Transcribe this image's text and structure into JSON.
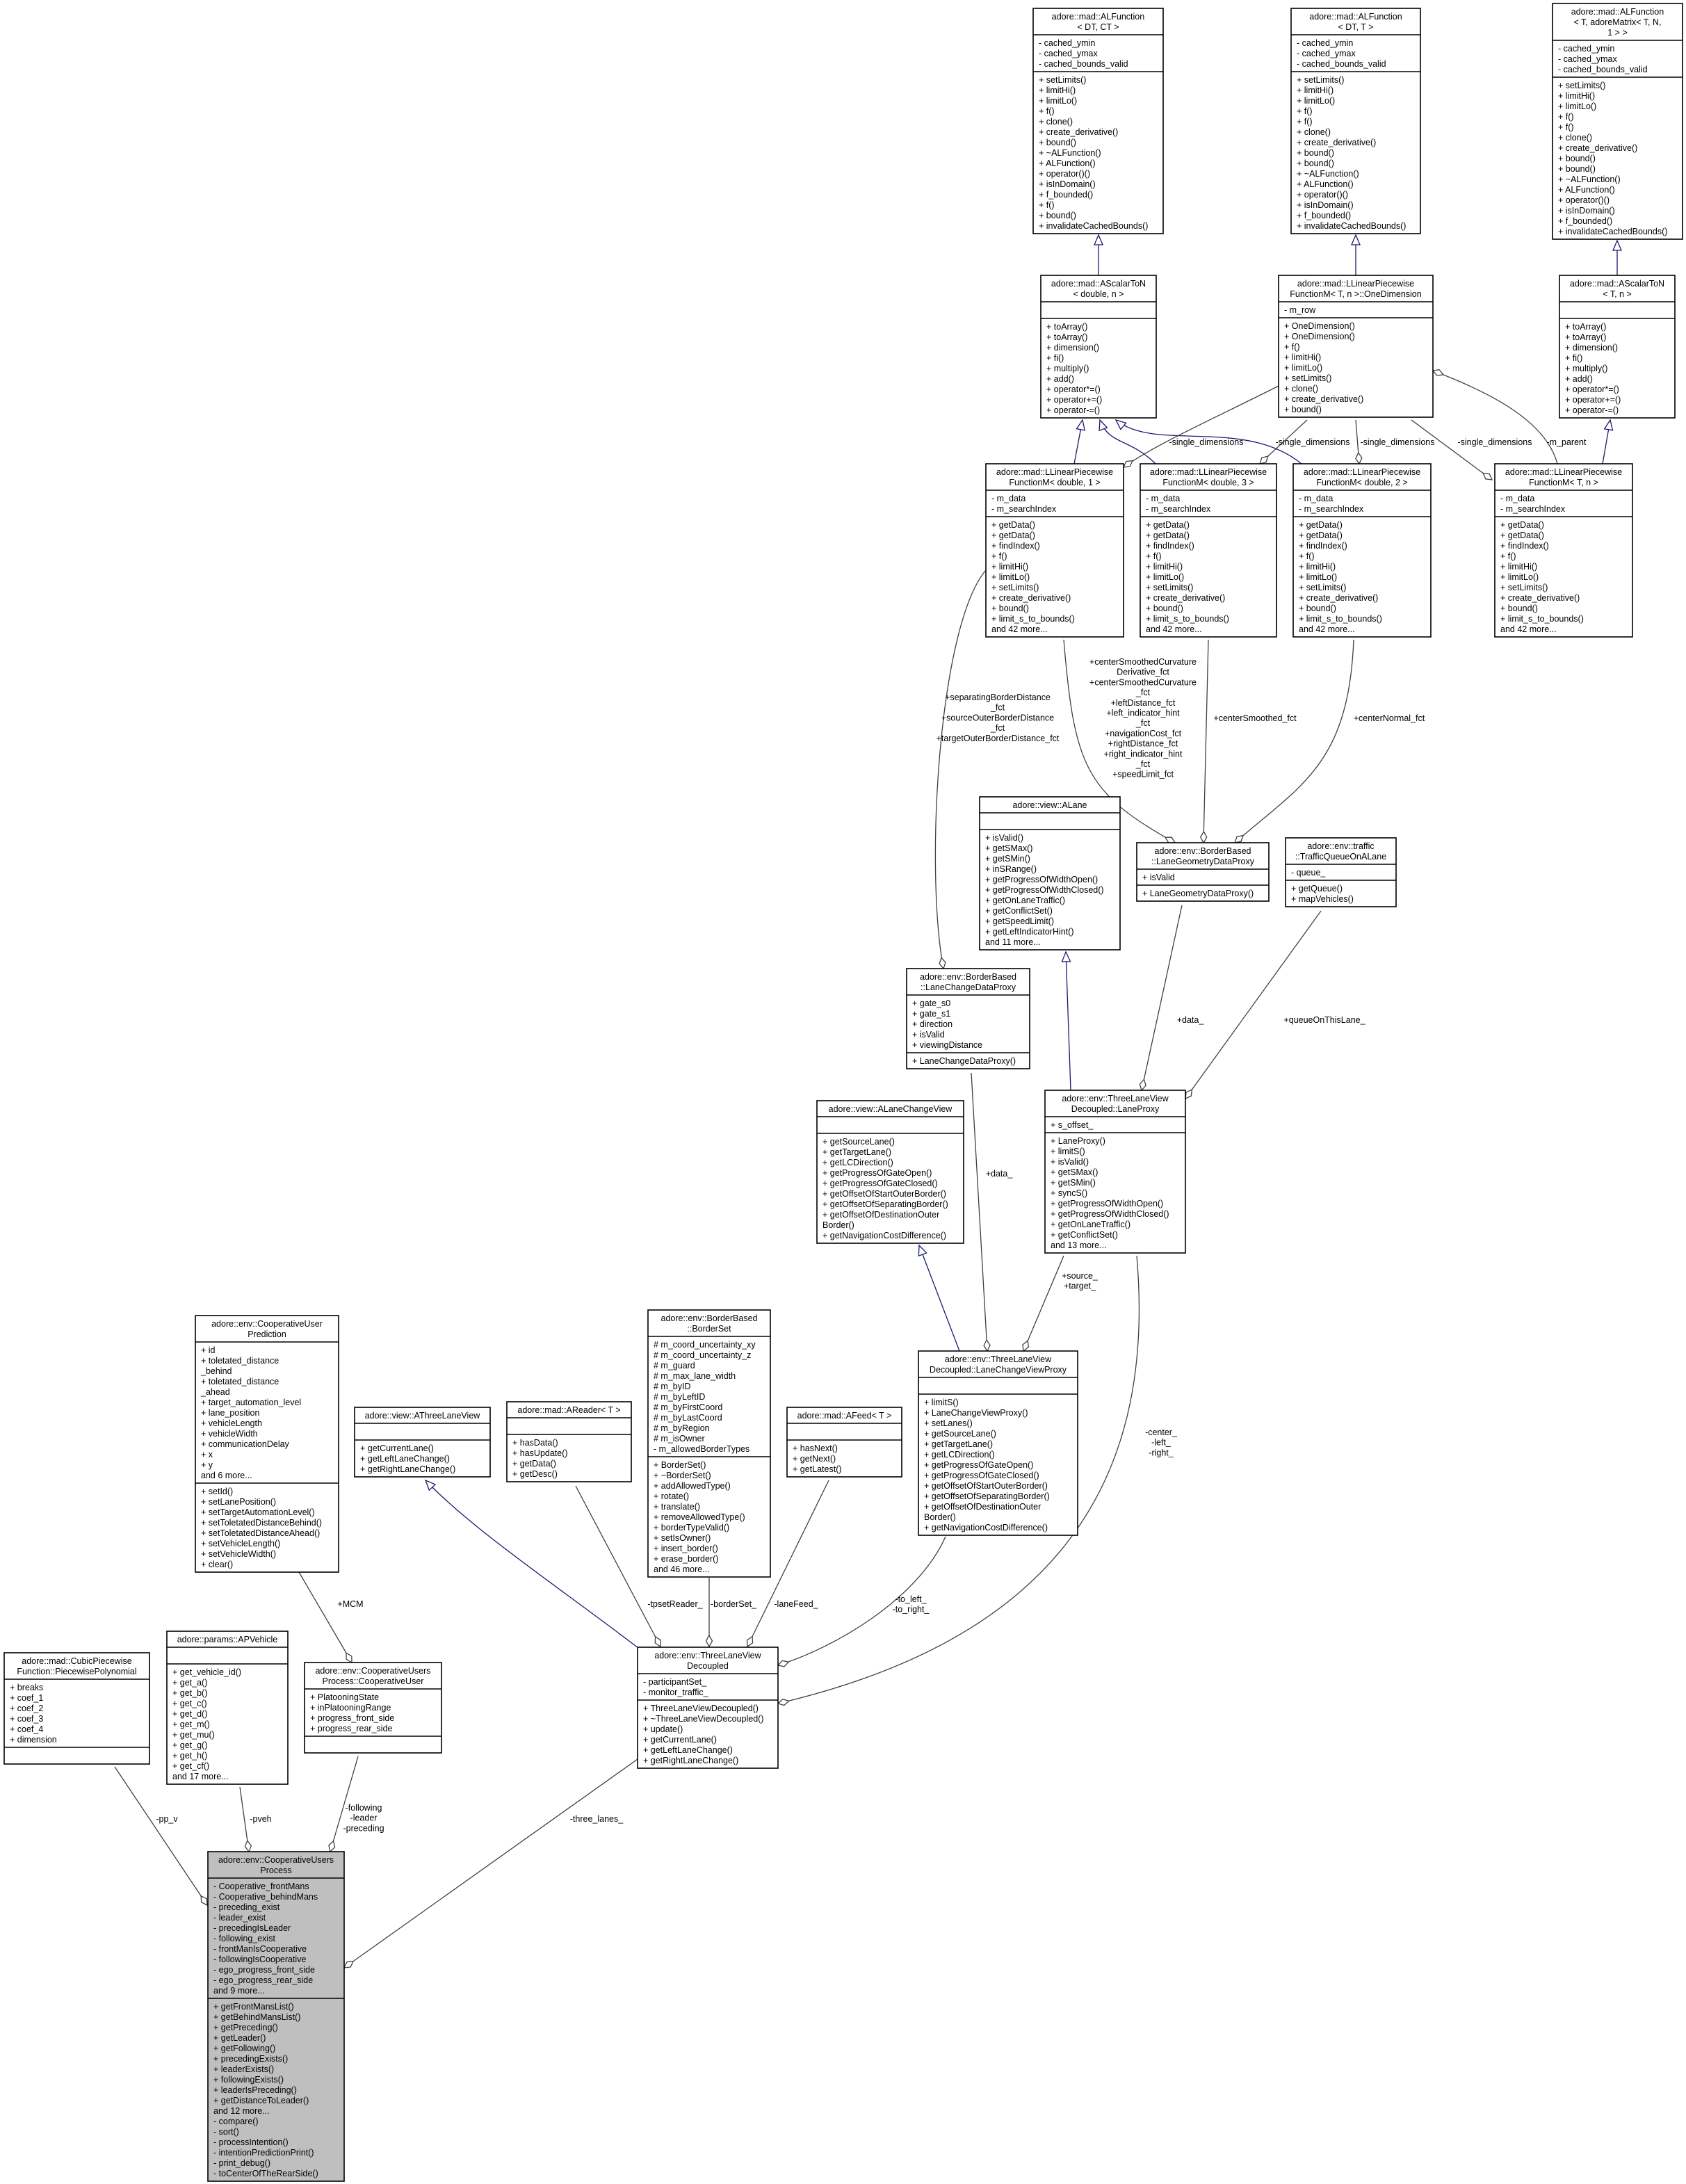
{
  "colors": {
    "inheritance_edge": "#191970",
    "composition_edge": "#404040",
    "focus_node_fill": "#bfbfbf",
    "node_fill": "#ffffff"
  },
  "nodes": [
    {
      "id": "alf_dt_ct",
      "title": [
        "adore::mad::ALFunction",
        "< DT, CT >"
      ],
      "attributes": [
        "- cached_ymin",
        "- cached_ymax",
        "- cached_bounds_valid"
      ],
      "methods": [
        "+ setLimits()",
        "+ limitHi()",
        "+ limitLo()",
        "+ f()",
        "+ clone()",
        "+ create_derivative()",
        "+ bound()",
        "+ ~ALFunction()",
        "+ ALFunction()",
        "+ operator()()",
        "+ isInDomain()",
        "+ f_bounded()",
        "+ f()",
        "+ bound()",
        "+ invalidateCachedBounds()"
      ]
    },
    {
      "id": "alf_dt_t",
      "title": [
        "adore::mad::ALFunction",
        "< DT, T >"
      ],
      "attributes": [
        "- cached_ymin",
        "- cached_ymax",
        "- cached_bounds_valid"
      ],
      "methods": [
        "+ setLimits()",
        "+ limitHi()",
        "+ limitLo()",
        "+ f()",
        "+ f()",
        "+ clone()",
        "+ create_derivative()",
        "+ bound()",
        "+ bound()",
        "+ ~ALFunction()",
        "+ ALFunction()",
        "+ operator()()",
        "+ isInDomain()",
        "+ f_bounded()",
        "+ invalidateCachedBounds()"
      ]
    },
    {
      "id": "alf_t_matrix",
      "title": [
        "adore::mad::ALFunction",
        "< T, adoreMatrix< T, N,",
        "1 > >"
      ],
      "attributes": [
        "- cached_ymin",
        "- cached_ymax",
        "- cached_bounds_valid"
      ],
      "methods": [
        "+ setLimits()",
        "+ limitHi()",
        "+ limitLo()",
        "+ f()",
        "+ f()",
        "+ clone()",
        "+ create_derivative()",
        "+ bound()",
        "+ bound()",
        "+ ~ALFunction()",
        "+ ALFunction()",
        "+ operator()()",
        "+ isInDomain()",
        "+ f_bounded()",
        "+ invalidateCachedBounds()"
      ]
    },
    {
      "id": "ascalar_double",
      "title": [
        "adore::mad::AScalarToN",
        "< double, n >"
      ],
      "attributes": [],
      "methods": [
        "+ toArray()",
        "+ toArray()",
        "+ dimension()",
        "+ fi()",
        "+ multiply()",
        "+ add()",
        "+ operator*=()",
        "+ operator+=()",
        "+ operator-=()"
      ]
    },
    {
      "id": "one_dim",
      "title": [
        "adore::mad::LLinearPiecewise",
        "FunctionM< T, n >::OneDimension"
      ],
      "attributes": [
        "- m_row"
      ],
      "methods": [
        "+ OneDimension()",
        "+ OneDimension()",
        "+ f()",
        "+ limitHi()",
        "+ limitLo()",
        "+ setLimits()",
        "+ clone()",
        "+ create_derivative()",
        "+ bound()"
      ]
    },
    {
      "id": "ascalar_t",
      "title": [
        "adore::mad::AScalarToN",
        "< T, n >"
      ],
      "attributes": [],
      "methods": [
        "+ toArray()",
        "+ toArray()",
        "+ dimension()",
        "+ fi()",
        "+ multiply()",
        "+ add()",
        "+ operator*=()",
        "+ operator+=()",
        "+ operator-=()"
      ]
    },
    {
      "id": "ll_d1",
      "title": [
        "adore::mad::LLinearPiecewise",
        "FunctionM< double, 1 >"
      ],
      "attributes": [
        "- m_data",
        "- m_searchIndex"
      ],
      "methods": [
        "+ getData()",
        "+ getData()",
        "+ findIndex()",
        "+ f()",
        "+ limitHi()",
        "+ limitLo()",
        "+ setLimits()",
        "+ create_derivative()",
        "+ bound()",
        "+ limit_s_to_bounds()",
        "and 42 more..."
      ]
    },
    {
      "id": "ll_d3",
      "title": [
        "adore::mad::LLinearPiecewise",
        "FunctionM< double, 3 >"
      ],
      "attributes": [
        "- m_data",
        "- m_searchIndex"
      ],
      "methods": [
        "+ getData()",
        "+ getData()",
        "+ findIndex()",
        "+ f()",
        "+ limitHi()",
        "+ limitLo()",
        "+ setLimits()",
        "+ create_derivative()",
        "+ bound()",
        "+ limit_s_to_bounds()",
        "and 42 more..."
      ]
    },
    {
      "id": "ll_d2",
      "title": [
        "adore::mad::LLinearPiecewise",
        "FunctionM< double, 2 >"
      ],
      "attributes": [
        "- m_data",
        "- m_searchIndex"
      ],
      "methods": [
        "+ getData()",
        "+ getData()",
        "+ findIndex()",
        "+ f()",
        "+ limitHi()",
        "+ limitLo()",
        "+ setLimits()",
        "+ create_derivative()",
        "+ bound()",
        "+ limit_s_to_bounds()",
        "and 42 more..."
      ]
    },
    {
      "id": "ll_tn",
      "title": [
        "adore::mad::LLinearPiecewise",
        "FunctionM< T, n >"
      ],
      "attributes": [
        "- m_data",
        "- m_searchIndex"
      ],
      "methods": [
        "+ getData()",
        "+ getData()",
        "+ findIndex()",
        "+ f()",
        "+ limitHi()",
        "+ limitLo()",
        "+ setLimits()",
        "+ create_derivative()",
        "+ bound()",
        "+ limit_s_to_bounds()",
        "and 42 more..."
      ]
    },
    {
      "id": "alane",
      "title": [
        "adore::view::ALane"
      ],
      "attributes": [],
      "methods": [
        "+ isValid()",
        "+ getSMax()",
        "+ getSMin()",
        "+ inSRange()",
        "+ getProgressOfWidthOpen()",
        "+ getProgressOfWidthClosed()",
        "+ getOnLaneTraffic()",
        "+ getConflictSet()",
        "+ getSpeedLimit()",
        "+ getLeftIndicatorHint()",
        "and 11 more..."
      ]
    },
    {
      "id": "lgdp",
      "title": [
        "adore::env::BorderBased",
        "::LaneGeometryDataProxy"
      ],
      "attributes": [
        "+ isValid"
      ],
      "methods": [
        "+ LaneGeometryDataProxy()"
      ]
    },
    {
      "id": "tq",
      "title": [
        "adore::env::traffic",
        "::TrafficQueueOnALane"
      ],
      "attributes": [
        "- queue_"
      ],
      "methods": [
        "+ getQueue()",
        "+ mapVehicles()"
      ]
    },
    {
      "id": "lcdp",
      "title": [
        "adore::env::BorderBased",
        "::LaneChangeDataProxy"
      ],
      "attributes": [
        "+ gate_s0",
        "+ gate_s1",
        "+ direction",
        "+ isValid",
        "+ viewingDistance"
      ],
      "methods": [
        "+ LaneChangeDataProxy()"
      ]
    },
    {
      "id": "laneproxy",
      "title": [
        "adore::env::ThreeLaneView",
        "Decoupled::LaneProxy"
      ],
      "attributes": [
        "+ s_offset_"
      ],
      "methods": [
        "+ LaneProxy()",
        "+ limitS()",
        "+ isValid()",
        "+ getSMax()",
        "+ getSMin()",
        "+ syncS()",
        "+ getProgressOfWidthOpen()",
        "+ getProgressOfWidthClosed()",
        "+ getOnLaneTraffic()",
        "+ getConflictSet()",
        "and 13 more..."
      ]
    },
    {
      "id": "alcv",
      "title": [
        "adore::view::ALaneChangeView"
      ],
      "attributes": [],
      "methods": [
        "+ getSourceLane()",
        "+ getTargetLane()",
        "+ getLCDirection()",
        "+ getProgressOfGateOpen()",
        "+ getProgressOfGateClosed()",
        "+ getOffsetOfStartOuterBorder()",
        "+ getOffsetOfSeparatingBorder()",
        "+ getOffsetOfDestinationOuter",
        "Border()",
        "+ getNavigationCostDifference()"
      ]
    },
    {
      "id": "lcvp",
      "title": [
        "adore::env::ThreeLaneView",
        "Decoupled::LaneChangeViewProxy"
      ],
      "attributes": [],
      "methods": [
        "+ limitS()",
        "+ LaneChangeViewProxy()",
        "+ setLanes()",
        "+ getSourceLane()",
        "+ getTargetLane()",
        "+ getLCDirection()",
        "+ getProgressOfGateOpen()",
        "+ getProgressOfGateClosed()",
        "+ getOffsetOfStartOuterBorder()",
        "+ getOffsetOfSeparatingBorder()",
        "+ getOffsetOfDestinationOuter",
        "Border()",
        "+ getNavigationCostDifference()"
      ]
    },
    {
      "id": "borderset",
      "title": [
        "adore::env::BorderBased",
        "::BorderSet"
      ],
      "attributes": [
        "# m_coord_uncertainty_xy",
        "# m_coord_uncertainty_z",
        "# m_guard",
        "# m_max_lane_width",
        "# m_byID",
        "# m_byLeftID",
        "# m_byFirstCoord",
        "# m_byLastCoord",
        "# m_byRegion",
        "# m_isOwner",
        "- m_allowedBorderTypes"
      ],
      "methods": [
        "+ BorderSet()",
        "+ ~BorderSet()",
        "+ addAllowedType()",
        "+ rotate()",
        "+ translate()",
        "+ removeAllowedType()",
        "+ borderTypeValid()",
        "+ setIsOwner()",
        "+ insert_border()",
        "+ erase_border()",
        "and 46 more..."
      ]
    },
    {
      "id": "afeed",
      "title": [
        "adore::mad::AFeed< T >"
      ],
      "attributes": [],
      "methods": [
        "+ hasNext()",
        "+ getNext()",
        "+ getLatest()"
      ]
    },
    {
      "id": "areader",
      "title": [
        "adore::mad::AReader< T >"
      ],
      "attributes": [],
      "methods": [
        "+ hasData()",
        "+ hasUpdate()",
        "+ getData()",
        "+ getDesc()"
      ]
    },
    {
      "id": "athree",
      "title": [
        "adore::view::AThreeLaneView"
      ],
      "attributes": [],
      "methods": [
        "+ getCurrentLane()",
        "+ getLeftLaneChange()",
        "+ getRightLaneChange()"
      ]
    },
    {
      "id": "cup_pred",
      "title": [
        "adore::env::CooperativeUser",
        "Prediction"
      ],
      "attributes": [
        "+ id",
        "+ toletated_distance",
        "_behind",
        "+ toletated_distance",
        "_ahead",
        "+ target_automation_level",
        "+ lane_position",
        "+ vehicleLength",
        "+ vehicleWidth",
        "+ communicationDelay",
        "+ x",
        "+ y",
        "and 6 more..."
      ],
      "methods": [
        "+ setId()",
        "+ setLanePosition()",
        "+ setTargetAutomationLevel()",
        "+ setToletatedDistanceBehind()",
        "+ setToletatedDistanceAhead()",
        "+ setVehicleLength()",
        "+ setVehicleWidth()",
        "+ clear()"
      ]
    },
    {
      "id": "cubic",
      "title": [
        "adore::mad::CubicPiecewise",
        "Function::PiecewisePolynomial"
      ],
      "attributes": [
        "+ breaks",
        "+ coef_1",
        "+ coef_2",
        "+ coef_3",
        "+ coef_4",
        "+ dimension"
      ],
      "methods": []
    },
    {
      "id": "apvehicle",
      "title": [
        "adore::params::APVehicle"
      ],
      "attributes": [],
      "methods": [
        "+ get_vehicle_id()",
        "+ get_a()",
        "+ get_b()",
        "+ get_c()",
        "+ get_d()",
        "+ get_m()",
        "+ get_mu()",
        "+ get_g()",
        "+ get_h()",
        "+ get_cf()",
        "and 17 more..."
      ]
    },
    {
      "id": "coop_user",
      "title": [
        "adore::env::CooperativeUsers",
        "Process::CooperativeUser"
      ],
      "attributes": [
        "+ PlatooningState",
        "+ inPlatooningRange",
        "+ progress_front_side",
        "+ progress_rear_side"
      ],
      "methods": []
    },
    {
      "id": "tlvd",
      "title": [
        "adore::env::ThreeLaneView",
        "Decoupled"
      ],
      "attributes": [
        "- participantSet_",
        "- monitor_traffic_"
      ],
      "methods": [
        "+ ThreeLaneViewDecoupled()",
        "+ ~ThreeLaneViewDecoupled()",
        "+ update()",
        "+ getCurrentLane()",
        "+ getLeftLaneChange()",
        "+ getRightLaneChange()"
      ]
    },
    {
      "id": "cup",
      "highlighted": true,
      "title": [
        "adore::env::CooperativeUsers",
        "Process"
      ],
      "attributes": [
        "- Cooperative_frontMans",
        "- Cooperative_behindMans",
        "- preceding_exist",
        "- leader_exist",
        "- precedingIsLeader",
        "- following_exist",
        "- frontManIsCooperative",
        "- followingIsCooperative",
        "- ego_progress_front_side",
        "- ego_progress_rear_side",
        "and 9 more..."
      ],
      "methods": [
        "+ getFrontMansList()",
        "+ getBehindMansList()",
        "+ getPreceding()",
        "+ getLeader()",
        "+ getFollowing()",
        "+ precedingExists()",
        "+ leaderExists()",
        "+ followingExists()",
        "+ leaderIsPreceding()",
        "+ getDistanceToLeader()",
        "and 12 more...",
        "- compare()",
        "- sort()",
        "- processIntention()",
        "- intentionPredictionPrint()",
        "- print_debug()",
        "- toCenterOfTheRearSide()"
      ]
    }
  ],
  "edges": [
    {
      "from": "ascalar_double",
      "to": "alf_dt_ct",
      "type": "inheritance",
      "label": []
    },
    {
      "from": "one_dim",
      "to": "alf_dt_t",
      "type": "inheritance",
      "label": []
    },
    {
      "from": "ascalar_t",
      "to": "alf_t_matrix",
      "type": "inheritance",
      "label": []
    },
    {
      "from": "ll_d1",
      "to": "ascalar_double",
      "type": "inheritance",
      "label": []
    },
    {
      "from": "ll_d3",
      "to": "ascalar_double",
      "type": "inheritance",
      "label": []
    },
    {
      "from": "ll_d2",
      "to": "ascalar_double",
      "type": "inheritance",
      "label": []
    },
    {
      "from": "ll_tn",
      "to": "ascalar_t",
      "type": "inheritance",
      "label": []
    },
    {
      "from": "one_dim",
      "to": "ll_d1",
      "type": "composition",
      "label": [
        "-single_dimensions"
      ]
    },
    {
      "from": "one_dim",
      "to": "ll_d3",
      "type": "composition",
      "label": [
        "-single_dimensions"
      ]
    },
    {
      "from": "one_dim",
      "to": "ll_d2",
      "type": "composition",
      "label": [
        "-single_dimensions"
      ]
    },
    {
      "from": "one_dim",
      "to": "ll_tn",
      "type": "composition",
      "label": [
        "-single_dimensions"
      ]
    },
    {
      "from": "ll_tn",
      "to": "one_dim",
      "type": "composition",
      "label": [
        "-m_parent"
      ]
    },
    {
      "from": "ll_d1",
      "to": "lcdp",
      "type": "composition",
      "label": [
        "+separatingBorderDistance",
        "_fct",
        "+sourceOuterBorderDistance",
        "_fct",
        "+targetOuterBorderDistance_fct"
      ]
    },
    {
      "from": "ll_d1",
      "to": "lgdp",
      "type": "composition",
      "label": [
        "+centerSmoothedCurvature",
        "Derivative_fct",
        "+centerSmoothedCurvature",
        "_fct",
        "+leftDistance_fct",
        "+left_indicator_hint",
        "_fct",
        "+navigationCost_fct",
        "+rightDistance_fct",
        "+right_indicator_hint",
        "_fct",
        "+speedLimit_fct"
      ]
    },
    {
      "from": "ll_d3",
      "to": "lgdp",
      "type": "composition",
      "label": [
        "+centerSmoothed_fct"
      ]
    },
    {
      "from": "ll_d2",
      "to": "lgdp",
      "type": "composition",
      "label": [
        "+centerNormal_fct"
      ]
    },
    {
      "from": "laneproxy",
      "to": "alane",
      "type": "inheritance",
      "label": []
    },
    {
      "from": "lgdp",
      "to": "laneproxy",
      "type": "composition",
      "label": [
        "+data_"
      ]
    },
    {
      "from": "tq",
      "to": "laneproxy",
      "type": "composition",
      "label": [
        "+queueOnThisLane_"
      ]
    },
    {
      "from": "lcdp",
      "to": "lcvp",
      "type": "composition",
      "label": [
        "+data_"
      ]
    },
    {
      "from": "laneproxy",
      "to": "lcvp",
      "type": "composition",
      "label": [
        "+source_",
        "+target_"
      ]
    },
    {
      "from": "lcvp",
      "to": "alcv",
      "type": "inheritance",
      "label": []
    },
    {
      "from": "laneproxy",
      "to": "tlvd",
      "type": "composition",
      "label": [
        "-center_",
        "-left_",
        "-right_"
      ]
    },
    {
      "from": "lcvp",
      "to": "tlvd",
      "type": "composition",
      "label": [
        "-to_left_",
        "-to_right_"
      ]
    },
    {
      "from": "areader",
      "to": "tlvd",
      "type": "composition",
      "label": [
        "-tpsetReader_"
      ]
    },
    {
      "from": "borderset",
      "to": "tlvd",
      "type": "composition",
      "label": [
        "-borderSet_"
      ]
    },
    {
      "from": "afeed",
      "to": "tlvd",
      "type": "composition",
      "label": [
        "-laneFeed_"
      ]
    },
    {
      "from": "tlvd",
      "to": "athree",
      "type": "inheritance",
      "label": []
    },
    {
      "from": "cup_pred",
      "to": "coop_user",
      "type": "composition",
      "label": [
        "+MCM"
      ]
    },
    {
      "from": "cubic",
      "to": "cup",
      "type": "composition",
      "label": [
        "-pp_v"
      ]
    },
    {
      "from": "apvehicle",
      "to": "cup",
      "type": "composition",
      "label": [
        "-pveh"
      ]
    },
    {
      "from": "coop_user",
      "to": "cup",
      "type": "composition",
      "label": [
        "-following",
        "-leader",
        "-preceding"
      ]
    },
    {
      "from": "tlvd",
      "to": "cup",
      "type": "composition",
      "label": [
        "-three_lanes_"
      ]
    }
  ]
}
